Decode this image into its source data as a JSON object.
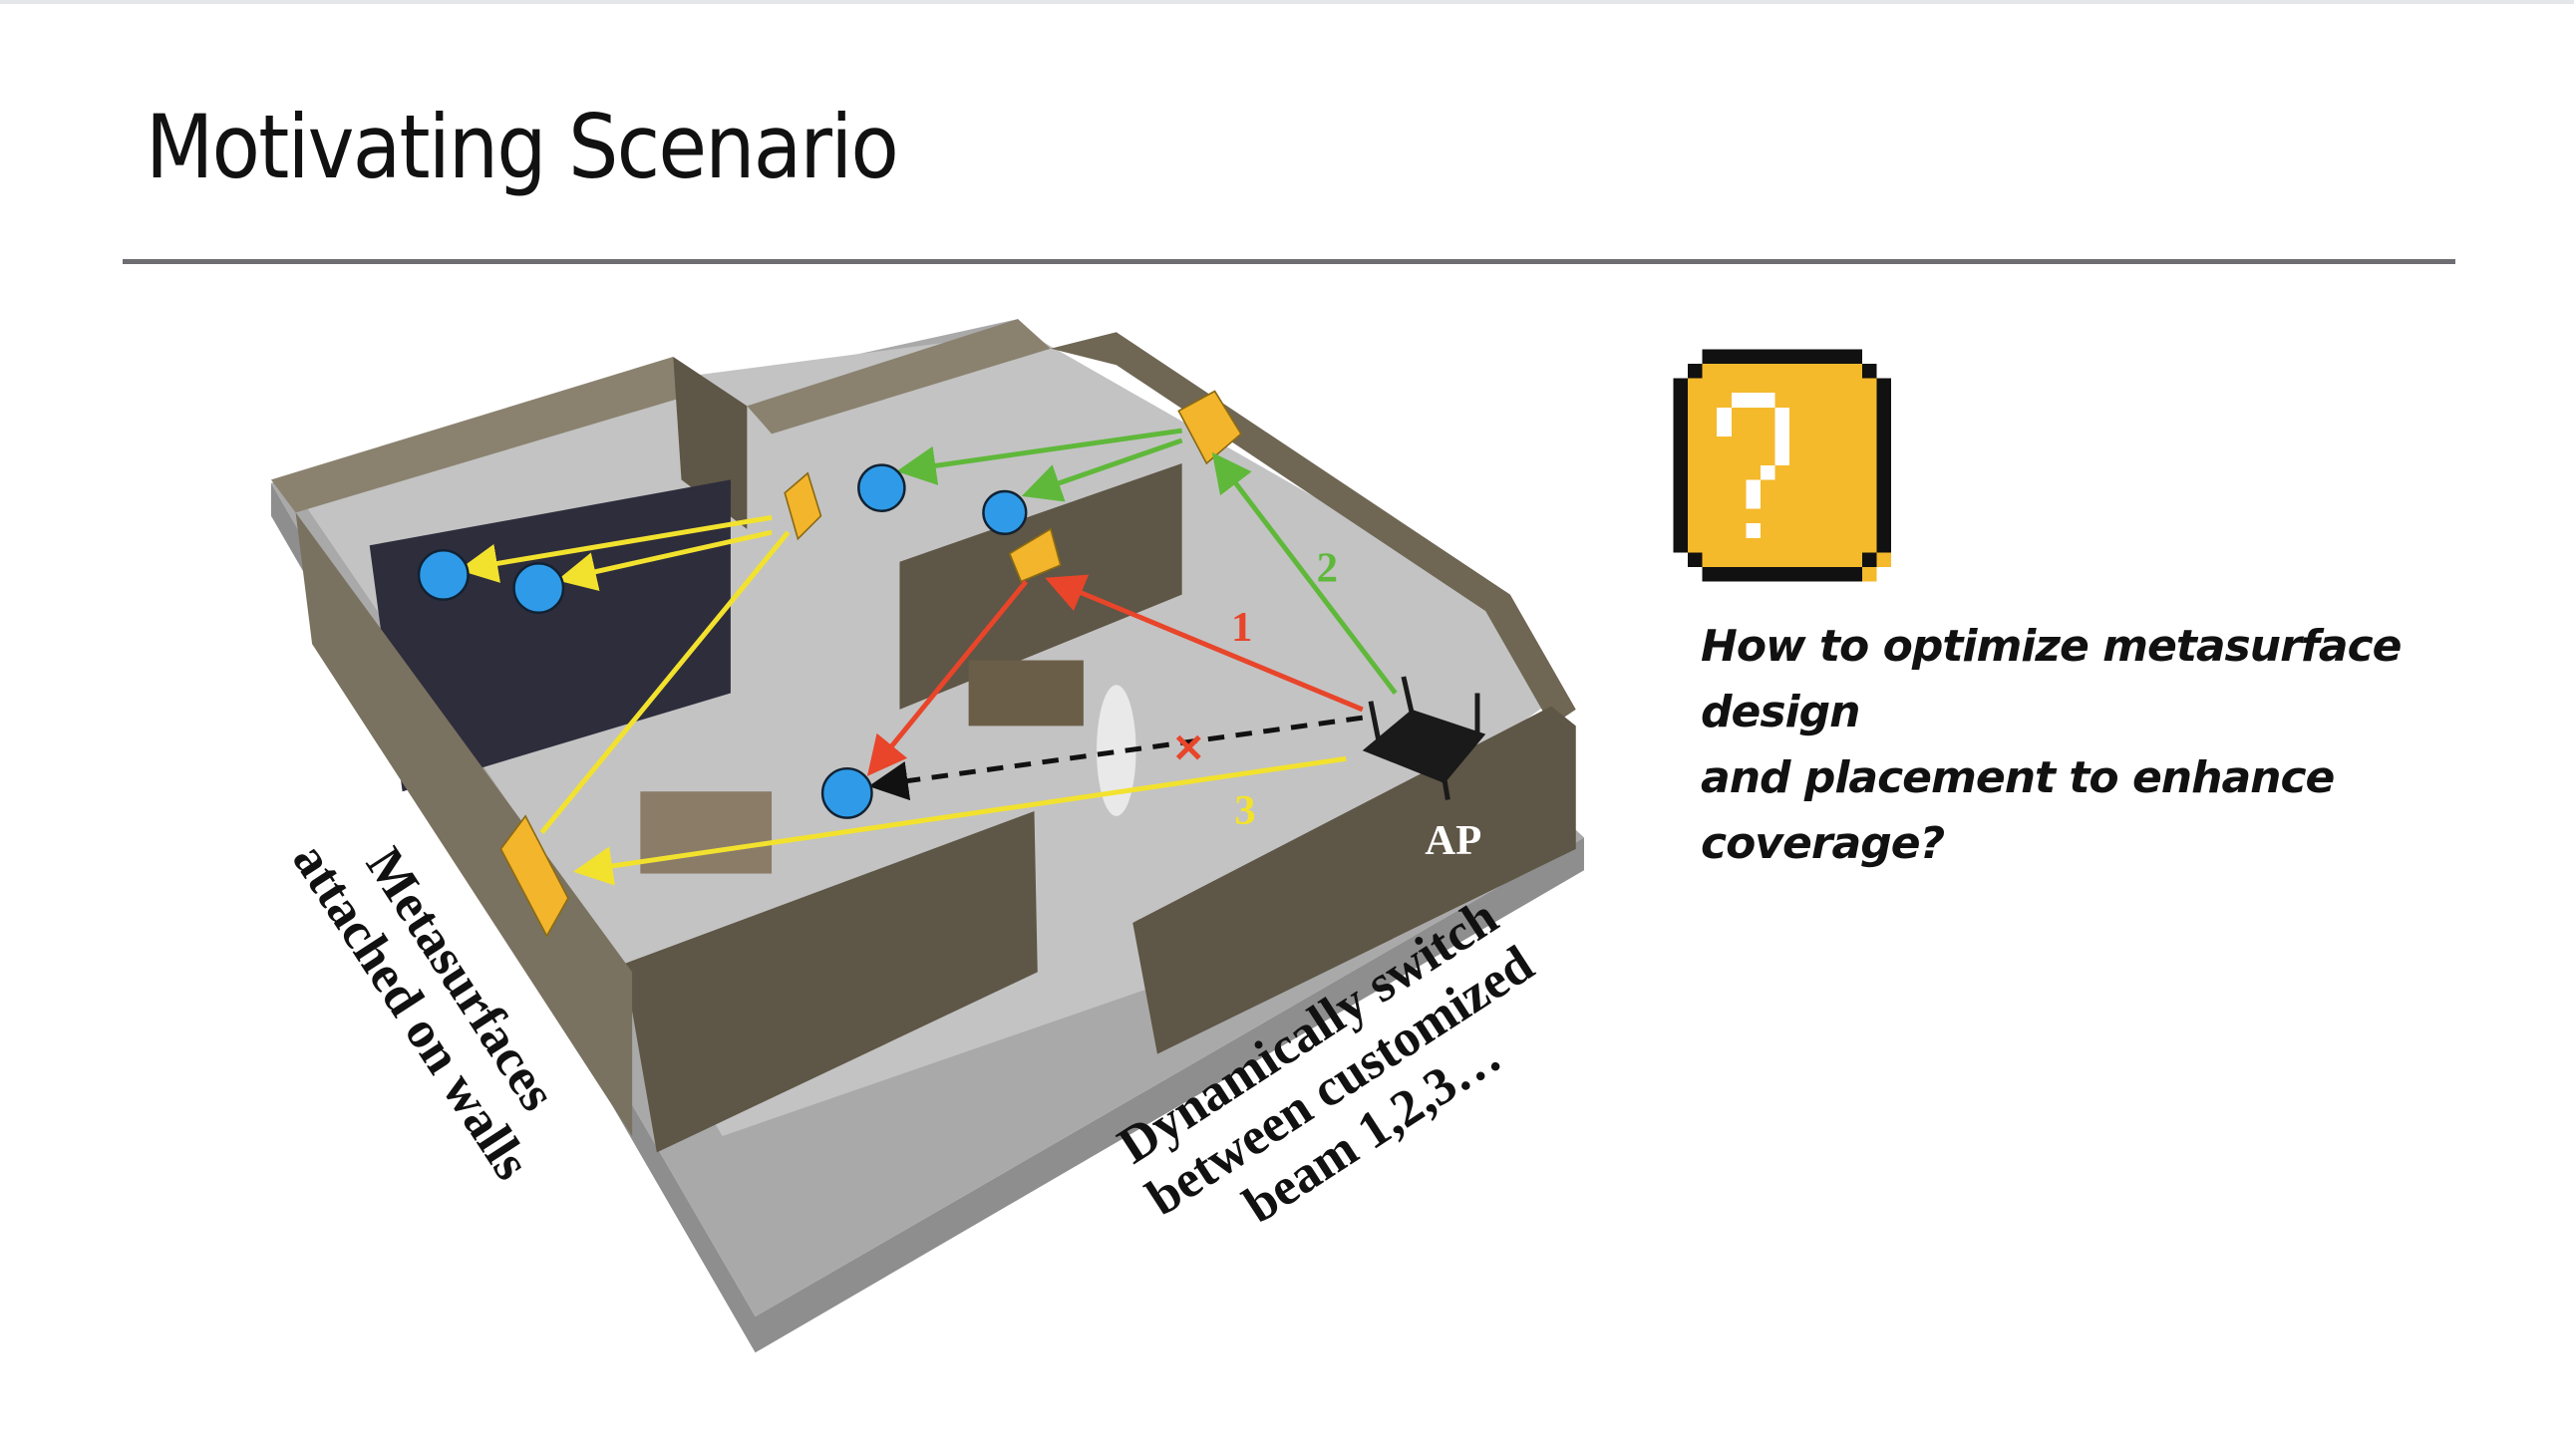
{
  "slide": {
    "title": "Motivating Scenario",
    "question_line1": "How to optimize metasurface design",
    "question_line2": "and placement to enhance coverage?",
    "question_icon": "question-block-icon"
  },
  "diagram": {
    "ap_label": "AP",
    "beam_labels": [
      "1",
      "2",
      "3"
    ],
    "left_caption": [
      "Metasurfaces",
      "attached on walls"
    ],
    "right_caption": [
      "Dynamically switch",
      "between customized",
      "beam 1,2,3…"
    ],
    "colors": {
      "beam1": "#e8452a",
      "beam2": "#5fb83a",
      "beam3": "#f2e22e",
      "metasurface": "#f3b52c",
      "user": "#2f9be8",
      "wall": "#6f6654",
      "floor": "#bfbfbf"
    }
  }
}
